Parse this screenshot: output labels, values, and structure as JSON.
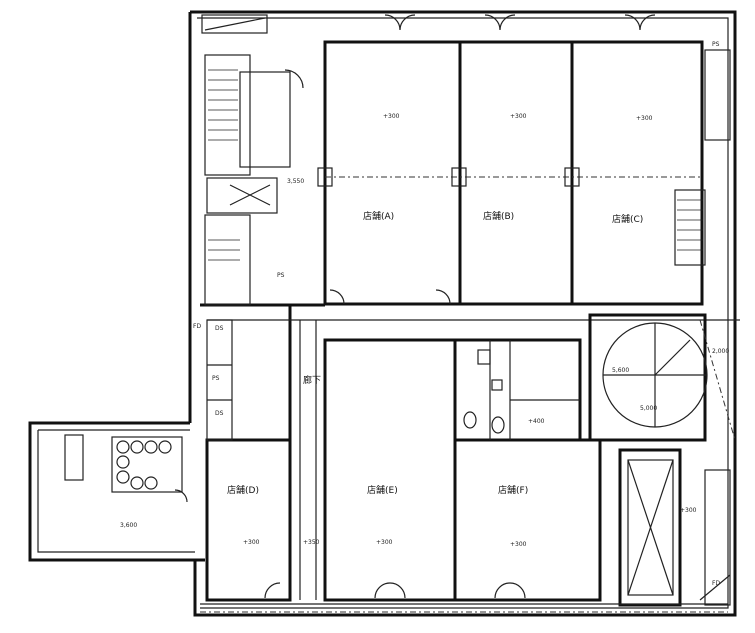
{
  "plan": {
    "shops": {
      "a": "店舗(A)",
      "b": "店舗(B)",
      "c": "店舗(C)",
      "d": "店舗(D)",
      "e": "店舗(E)",
      "f": "店舗(F)"
    },
    "corridor": "廊下",
    "levels": {
      "a": "+300",
      "b": "+300",
      "c": "+300",
      "d": "+300",
      "e": "+300",
      "f": "+300",
      "corridor": "+350",
      "room": "+400"
    },
    "dimensions": {
      "d1": "3,550",
      "d2": "5,000",
      "d3": "5,600",
      "d4": "3,600",
      "d5": "2,000",
      "d6": "+300"
    },
    "shafts": {
      "ps1": "PS",
      "ps2": "PS",
      "fd1": "FD",
      "fd2": "FD",
      "ds1": "DS",
      "ds2": "DS",
      "ps3": "PS"
    }
  }
}
